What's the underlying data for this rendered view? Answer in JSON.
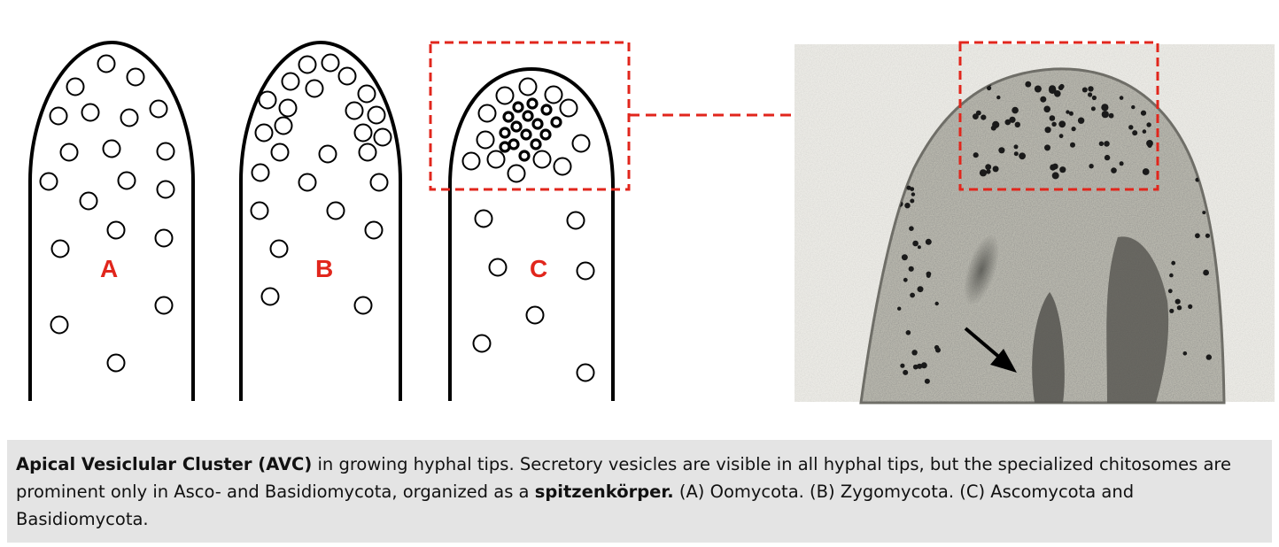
{
  "diagram": {
    "panels": [
      {
        "letter": "A"
      },
      {
        "letter": "B"
      },
      {
        "letter": "C"
      }
    ],
    "colors": {
      "outline": "#000000",
      "label": "#e1261c",
      "highlight_box": "#e1261c",
      "micrograph_bg": "#cfcfc6",
      "vesicle_dark": "#1a1a1a"
    },
    "highlight_style": "dashed-red",
    "arrow_icon": "black-arrow-icon"
  },
  "caption": {
    "title_bold": "Apical Vesiclular Cluster (AVC)",
    "text_1": " in growing hyphal tips. Secretory vesicles are visible in all hyphal tips, but the specialized chitosomes are prominent only in Asco- and Basidiomycota, organized as a ",
    "term_bold": "spitzenkörper.",
    "text_2": " (A) Oomycota. (B) Zygomycota. (C) Ascomycota and Basidiomycota."
  }
}
